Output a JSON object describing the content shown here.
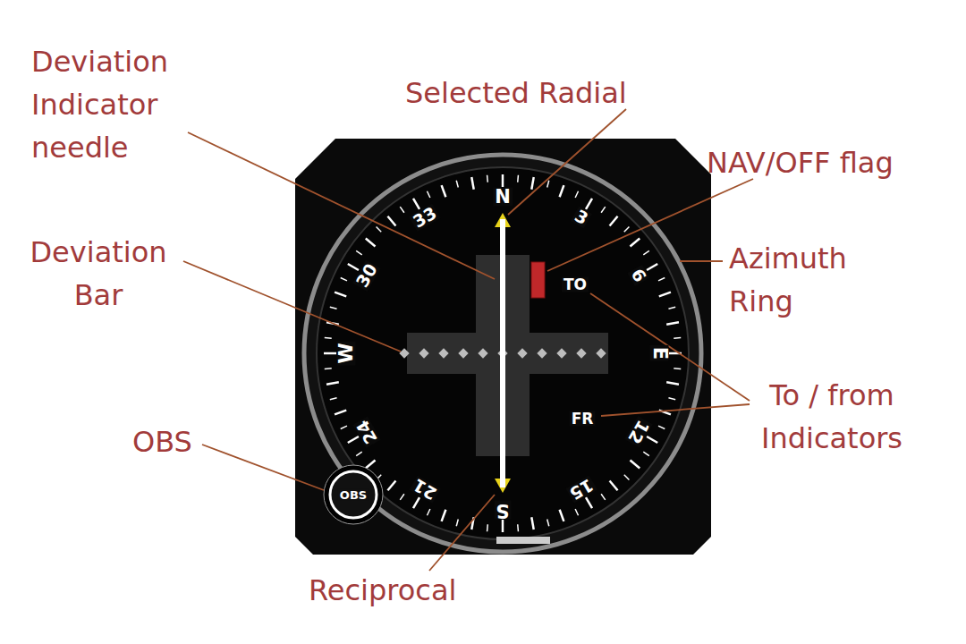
{
  "diagram": {
    "labels": [
      "Deviation Indicator needle",
      "Selected Radial",
      "NAV/OFF flag",
      "Deviation Bar",
      "Azimuth Ring",
      "To / from Indicators",
      "OBS",
      "Reciprocal",
      "N",
      "3",
      "6",
      "E",
      "12",
      "15",
      "S",
      "21",
      "24",
      "W",
      "30",
      "33",
      "TO",
      "FR",
      "OBS"
    ]
  }
}
